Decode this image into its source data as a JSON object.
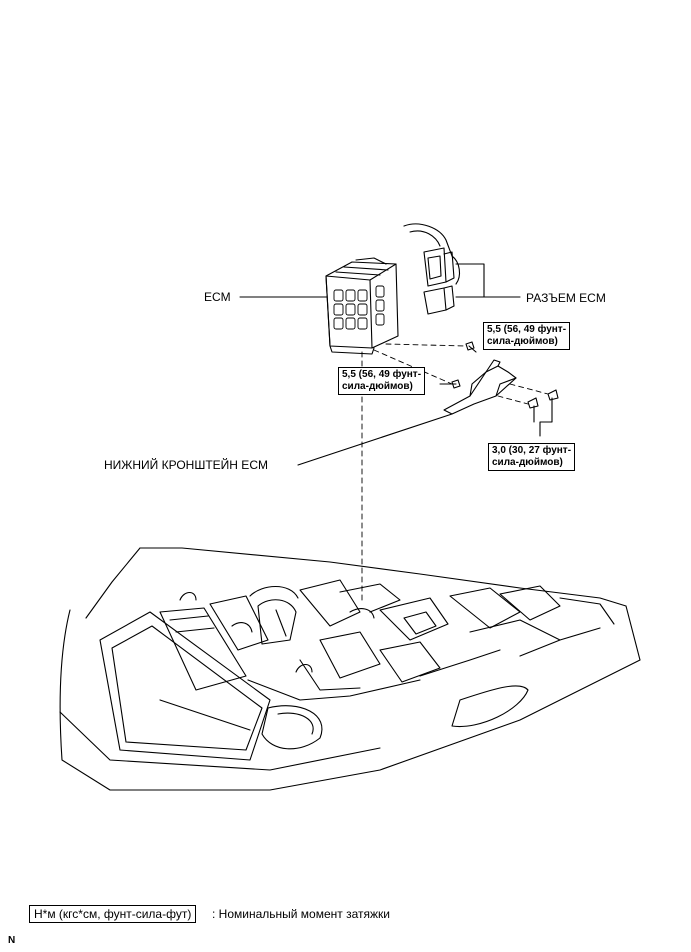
{
  "labels": {
    "ecm": "ECM",
    "ecm_connector": "РАЗЪЕМ ECM",
    "ecm_lower_bracket": "НИЖНИЙ КРОНШТЕЙН ECM"
  },
  "torque": {
    "nut_upper": [
      "5,5 (56, 49 фунт-",
      "сила-дюймов)"
    ],
    "nut_lower": [
      "5,5 (56, 49 фунт-",
      "сила-дюймов)"
    ],
    "bolts": [
      "3,0 (30, 27 фунт-",
      "сила-дюймов)"
    ]
  },
  "legend": {
    "unit": "Н*м (кгс*см, фунт-сила-фут)",
    "description": ": Номинальный момент затяжки"
  },
  "corner_mark": "N"
}
